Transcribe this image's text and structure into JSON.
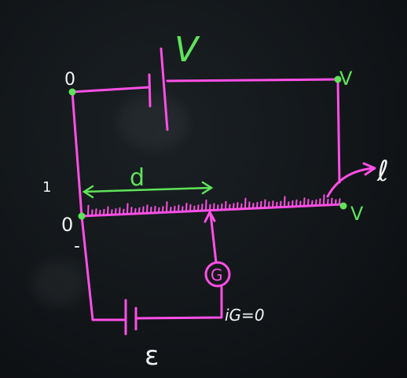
{
  "colors": {
    "wire": "#ff4fe6",
    "ink": "#5fe35a",
    "chalk": "#f2f2f2",
    "board": "#121619"
  },
  "labels": {
    "battery_voltage": "V",
    "top_left_potential": "0",
    "top_right_potential": "V",
    "wire_start_potential": "0",
    "wire_end_potential": "V",
    "distance": "d",
    "wire_length": "ℓ",
    "galvanometer": "G",
    "galvanometer_current": "iG=0",
    "cell_emf": "ε",
    "mark_one": "1",
    "mark_dash": "-"
  }
}
